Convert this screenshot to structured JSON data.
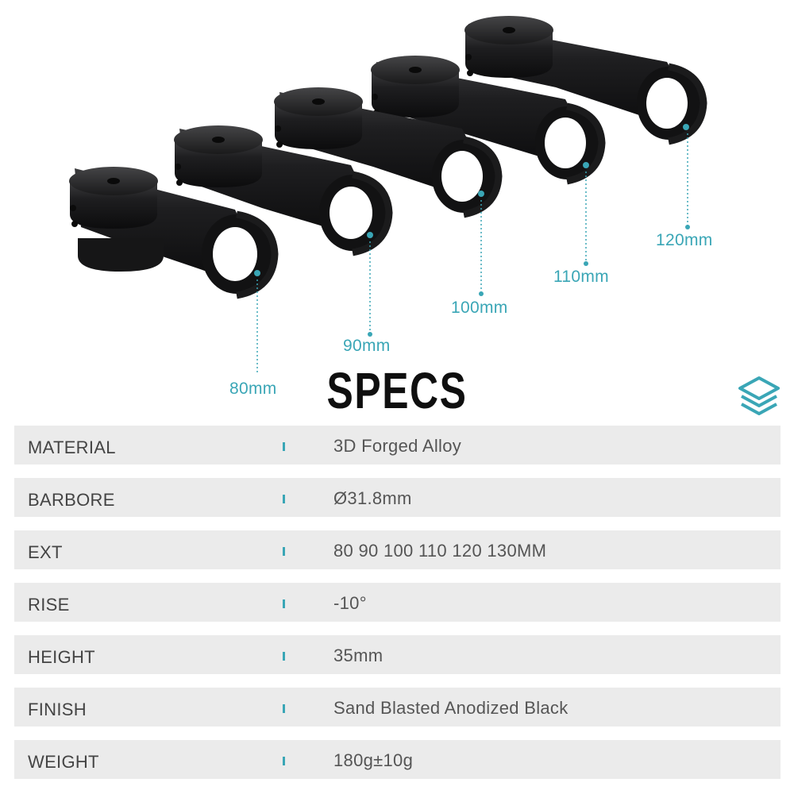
{
  "lengths": [
    "80mm",
    "90mm",
    "100mm",
    "110mm",
    "120mm"
  ],
  "title": "SPECS",
  "accent_color": "#3aa6b6",
  "icon": "layers-icon",
  "specs": [
    {
      "label": "MATERIAL",
      "value": "3D Forged Alloy"
    },
    {
      "label": "BARBORE",
      "value": "Ø31.8mm"
    },
    {
      "label": "EXT",
      "value": "80 90 100 110 120 130MM"
    },
    {
      "label": "RISE",
      "value": "-10°"
    },
    {
      "label": "HEIGHT",
      "value": "35mm"
    },
    {
      "label": "FINISH",
      "value": "Sand Blasted Anodized Black"
    },
    {
      "label": "WEIGHT",
      "value": "180g±10g"
    }
  ]
}
